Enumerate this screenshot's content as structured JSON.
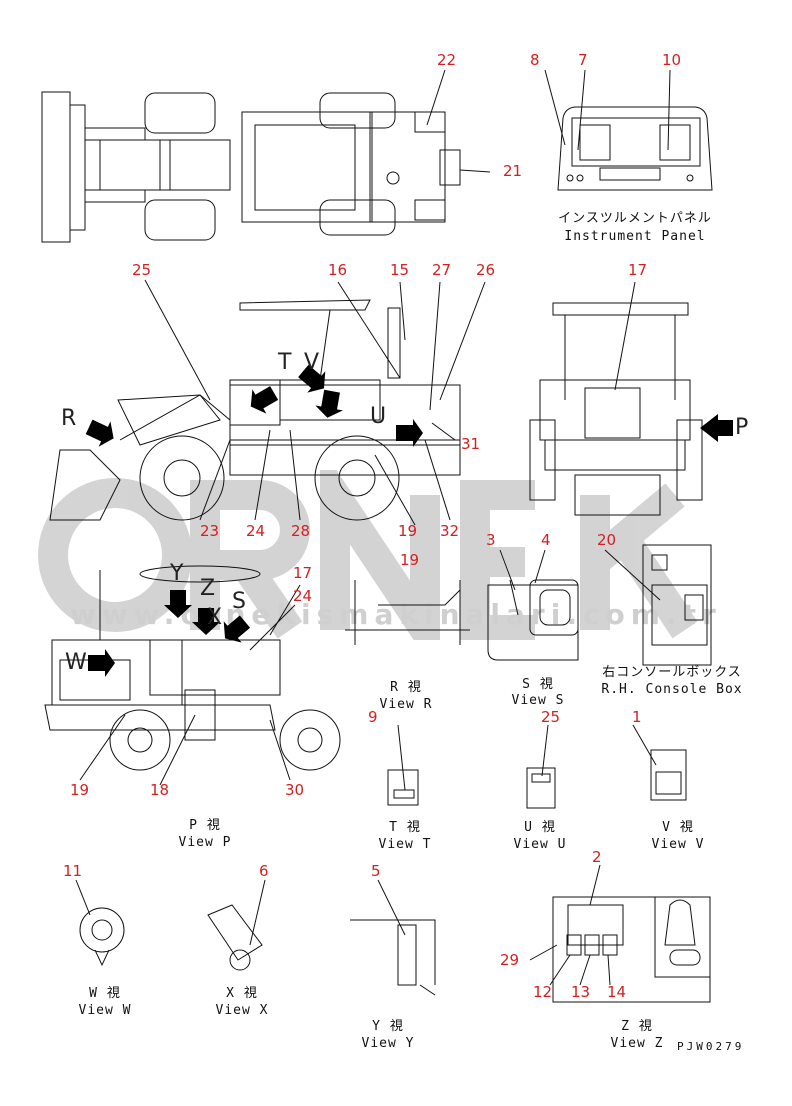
{
  "watermark": {
    "brand": "ORNEK",
    "url": "www.ornekismakinalari.com.tr"
  },
  "callouts": {
    "n22": "22",
    "n21": "21",
    "n8": "8",
    "n7": "7",
    "n10": "10",
    "n25a": "25",
    "n16": "16",
    "n15": "15",
    "n27": "27",
    "n26": "26",
    "n17a": "17",
    "n31": "31",
    "n23": "23",
    "n24a": "24",
    "n28": "28",
    "n19a": "19",
    "n32": "32",
    "n3": "3",
    "n4": "4",
    "n20": "20",
    "n17b": "17",
    "n24b": "24",
    "n19b": "19",
    "n19c": "19",
    "n18": "18",
    "n30": "30",
    "n9": "9",
    "n25b": "25",
    "n1": "1",
    "n11": "11",
    "n6": "6",
    "n5": "5",
    "n2": "2",
    "n29": "29",
    "n12": "12",
    "n13": "13",
    "n14": "14"
  },
  "letters": {
    "R": "R",
    "T": "T",
    "V": "V",
    "U": "U",
    "P": "P",
    "Y": "Y",
    "Z": "Z",
    "S": "S",
    "W": "W",
    "X": "X"
  },
  "captions": {
    "instrument_jp": "インスツルメントパネル",
    "instrument_en": "Instrument Panel",
    "view_r_jp": "R 視",
    "view_r_en": "View R",
    "view_s_jp": "S 視",
    "view_s_en": "View S",
    "console_jp": "右コンソールボックス",
    "console_en": "R.H. Console Box",
    "view_p_jp": "P 視",
    "view_p_en": "View P",
    "view_t_jp": "T 視",
    "view_t_en": "View T",
    "view_u_jp": "U 視",
    "view_u_en": "View U",
    "view_v_jp": "V 視",
    "view_v_en": "View V",
    "view_w_jp": "W 視",
    "view_w_en": "View W",
    "view_x_jp": "X 視",
    "view_x_en": "View X",
    "view_y_jp": "Y 視",
    "view_y_en": "View Y",
    "view_z_jp": "Z 視",
    "view_z_en": "View Z",
    "drawing_code": "PJW0279"
  }
}
